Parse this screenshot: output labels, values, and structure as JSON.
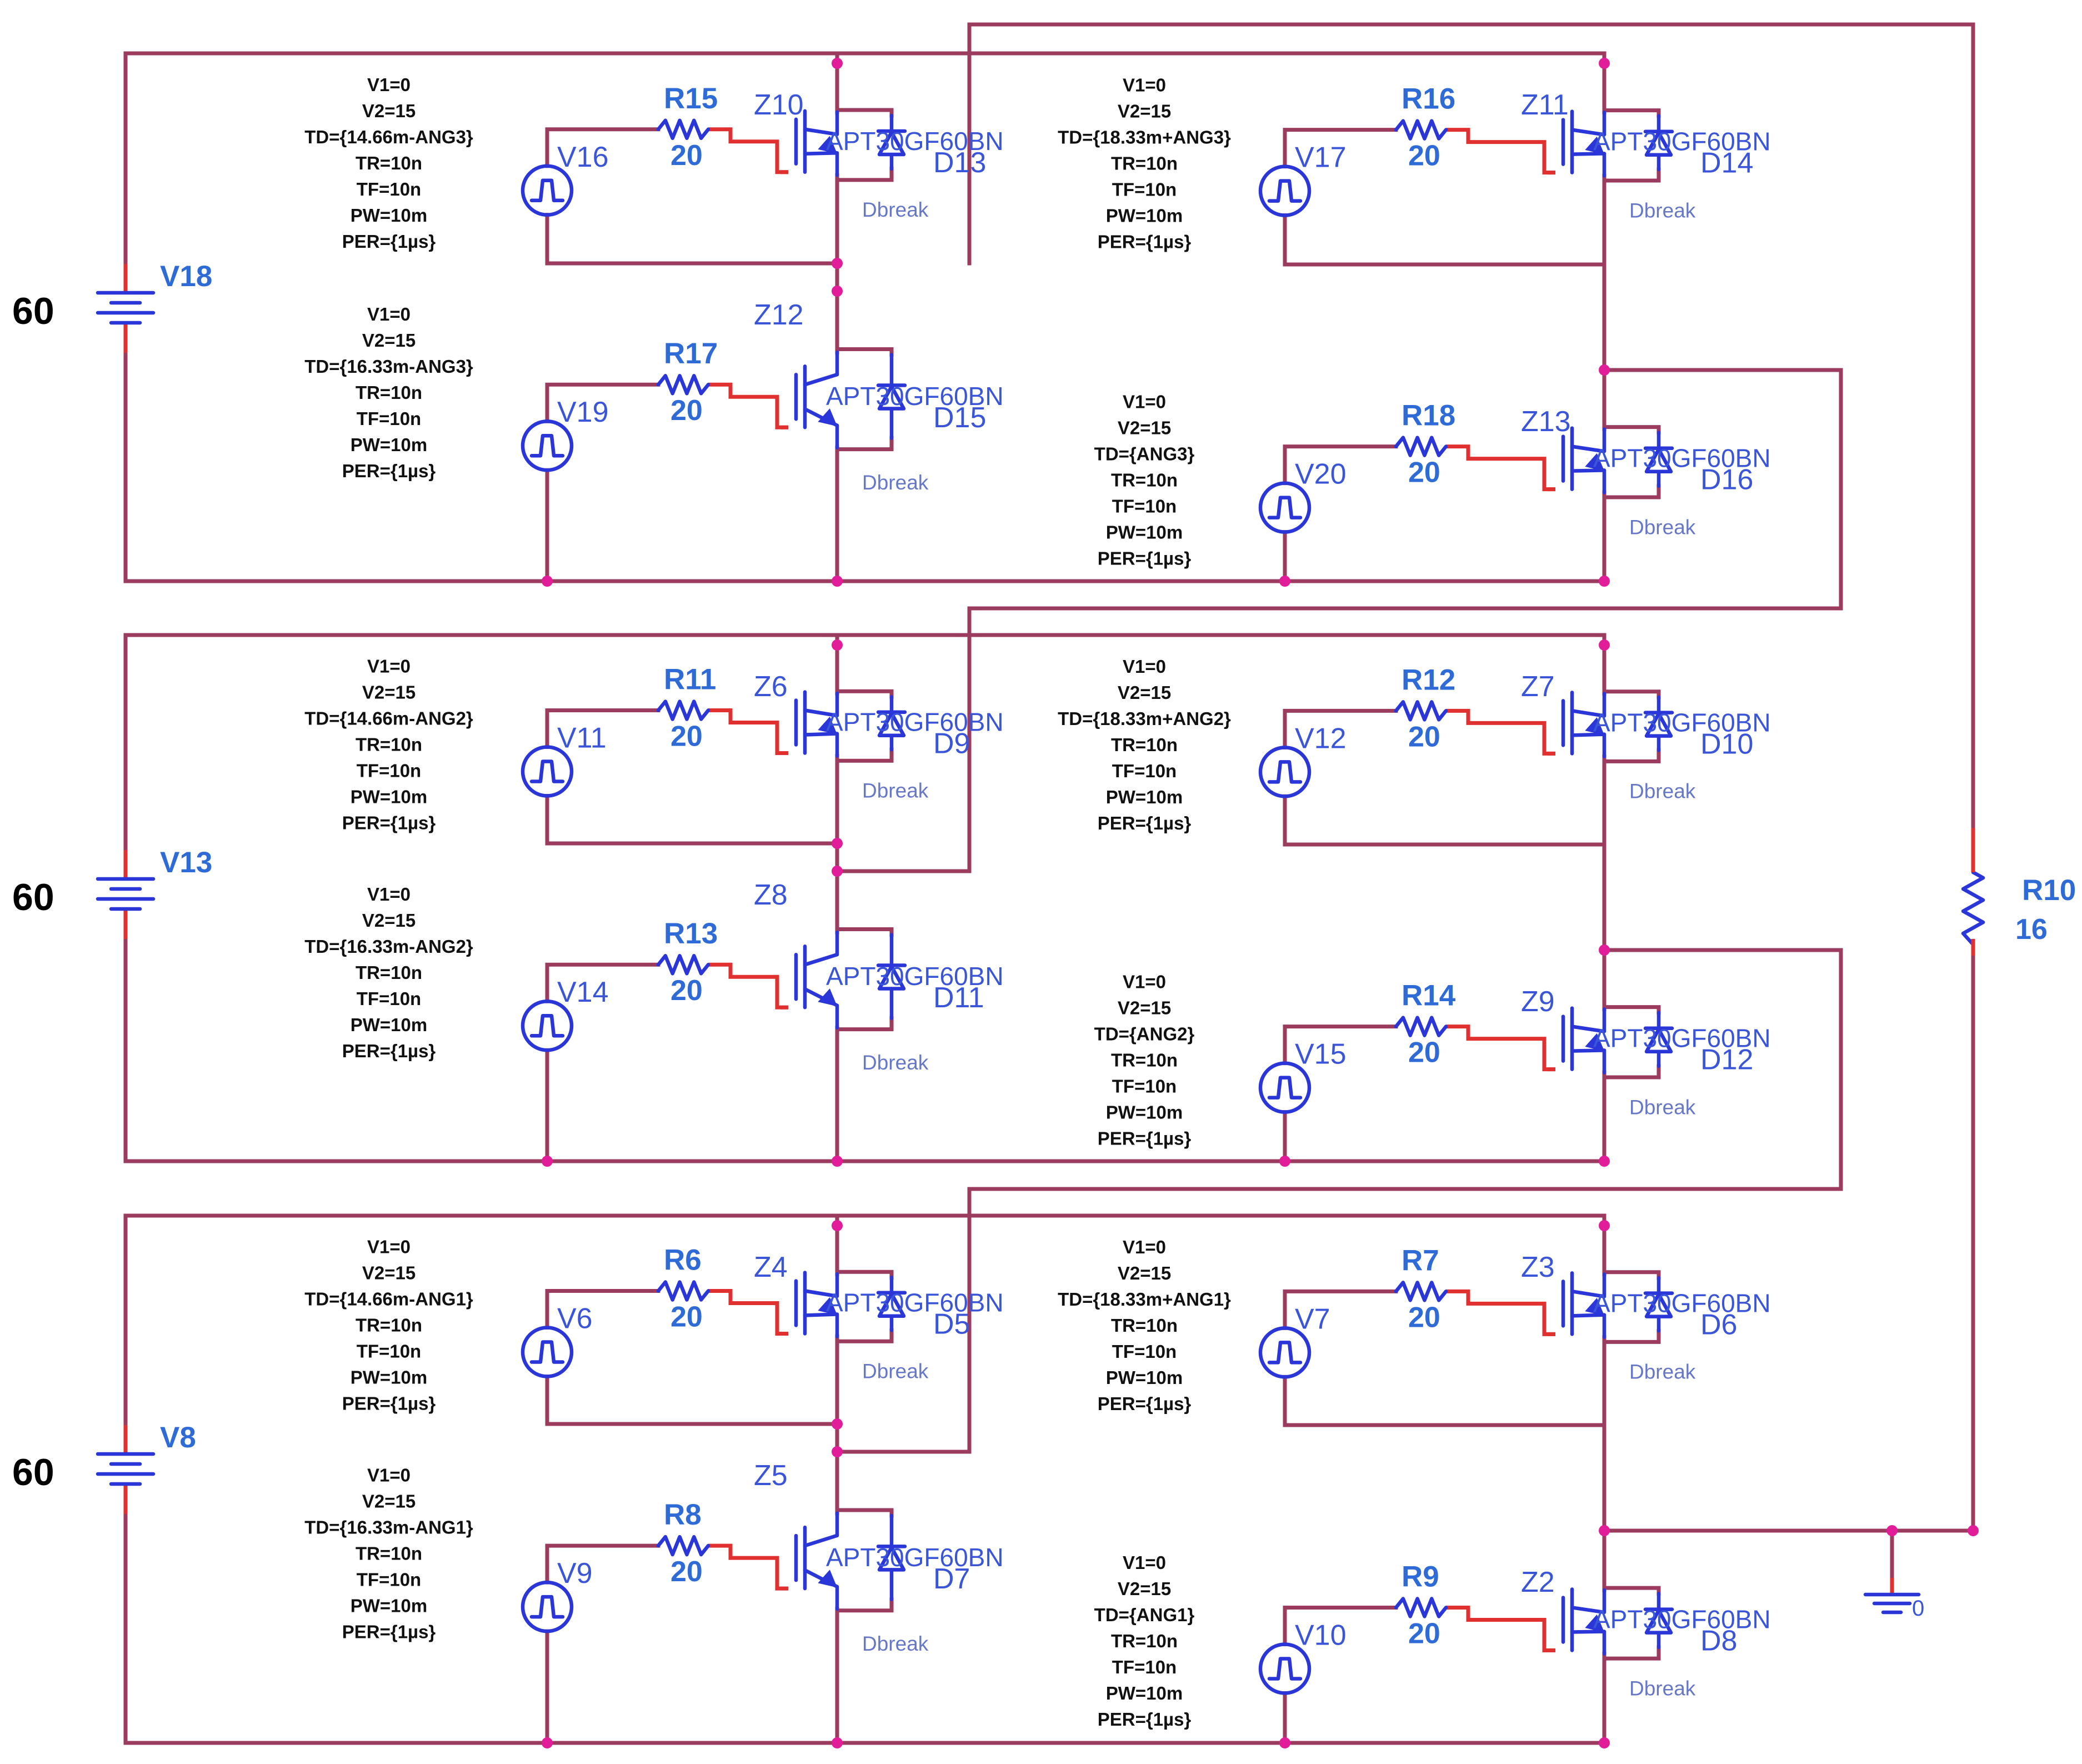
{
  "diagram": {
    "accent_wire": "#9b3b5e",
    "accent_device": "#2a36d8",
    "accent_label": "#2f6bd6",
    "accent_node": "#e11d9a",
    "igbt_part": "APT30GF60BN",
    "diode_model": "Dbreak",
    "ground_label": "0",
    "load": {
      "ref": "R10",
      "value": "16"
    },
    "bridges": [
      {
        "dc_source": {
          "ref": "V18",
          "value": "60"
        },
        "switches": [
          {
            "igbt": "Z10",
            "diode": "D13",
            "gate_res": "R15",
            "gate_res_value": "20",
            "pulse": "V16",
            "params": [
              "V1=0",
              "V2=15",
              "TD={14.66m-ANG3}",
              "TR=10n",
              "TF=10n",
              "PW=10m",
              "PER={1µs}"
            ]
          },
          {
            "igbt": "Z11",
            "diode": "D14",
            "gate_res": "R16",
            "gate_res_value": "20",
            "pulse": "V17",
            "params": [
              "V1=0",
              "V2=15",
              "TD={18.33m+ANG3}",
              "TR=10n",
              "TF=10n",
              "PW=10m",
              "PER={1µs}"
            ]
          },
          {
            "igbt": "Z12",
            "diode": "D15",
            "gate_res": "R17",
            "gate_res_value": "20",
            "pulse": "V19",
            "params": [
              "V1=0",
              "V2=15",
              "TD={16.33m-ANG3}",
              "TR=10n",
              "TF=10n",
              "PW=10m",
              "PER={1µs}"
            ]
          },
          {
            "igbt": "Z13",
            "diode": "D16",
            "gate_res": "R18",
            "gate_res_value": "20",
            "pulse": "V20",
            "params": [
              "V1=0",
              "V2=15",
              "TD={ANG3}",
              "TR=10n",
              "TF=10n",
              "PW=10m",
              "PER={1µs}"
            ]
          }
        ]
      },
      {
        "dc_source": {
          "ref": "V13",
          "value": "60"
        },
        "switches": [
          {
            "igbt": "Z6",
            "diode": "D9",
            "gate_res": "R11",
            "gate_res_value": "20",
            "pulse": "V11",
            "params": [
              "V1=0",
              "V2=15",
              "TD={14.66m-ANG2}",
              "TR=10n",
              "TF=10n",
              "PW=10m",
              "PER={1µs}"
            ]
          },
          {
            "igbt": "Z7",
            "diode": "D10",
            "gate_res": "R12",
            "gate_res_value": "20",
            "pulse": "V12",
            "params": [
              "V1=0",
              "V2=15",
              "TD={18.33m+ANG2}",
              "TR=10n",
              "TF=10n",
              "PW=10m",
              "PER={1µs}"
            ]
          },
          {
            "igbt": "Z8",
            "diode": "D11",
            "gate_res": "R13",
            "gate_res_value": "20",
            "pulse": "V14",
            "params": [
              "V1=0",
              "V2=15",
              "TD={16.33m-ANG2}",
              "TR=10n",
              "TF=10n",
              "PW=10m",
              "PER={1µs}"
            ]
          },
          {
            "igbt": "Z9",
            "diode": "D12",
            "gate_res": "R14",
            "gate_res_value": "20",
            "pulse": "V15",
            "params": [
              "V1=0",
              "V2=15",
              "TD={ANG2}",
              "TR=10n",
              "TF=10n",
              "PW=10m",
              "PER={1µs}"
            ]
          }
        ]
      },
      {
        "dc_source": {
          "ref": "V8",
          "value": "60"
        },
        "switches": [
          {
            "igbt": "Z4",
            "diode": "D5",
            "gate_res": "R6",
            "gate_res_value": "20",
            "pulse": "V6",
            "params": [
              "V1=0",
              "V2=15",
              "TD={14.66m-ANG1}",
              "TR=10n",
              "TF=10n",
              "PW=10m",
              "PER={1µs}"
            ]
          },
          {
            "igbt": "Z3",
            "diode": "D6",
            "gate_res": "R7",
            "gate_res_value": "20",
            "pulse": "V7",
            "params": [
              "V1=0",
              "V2=15",
              "TD={18.33m+ANG1}",
              "TR=10n",
              "TF=10n",
              "PW=10m",
              "PER={1µs}"
            ]
          },
          {
            "igbt": "Z5",
            "diode": "D7",
            "gate_res": "R8",
            "gate_res_value": "20",
            "pulse": "V9",
            "params": [
              "V1=0",
              "V2=15",
              "TD={16.33m-ANG1}",
              "TR=10n",
              "TF=10n",
              "PW=10m",
              "PER={1µs}"
            ]
          },
          {
            "igbt": "Z2",
            "diode": "D8",
            "gate_res": "R9",
            "gate_res_value": "20",
            "pulse": "V10",
            "params": [
              "V1=0",
              "V2=15",
              "TD={ANG1}",
              "TR=10n",
              "TF=10n",
              "PW=10m",
              "PER={1µs}"
            ]
          }
        ]
      }
    ]
  }
}
